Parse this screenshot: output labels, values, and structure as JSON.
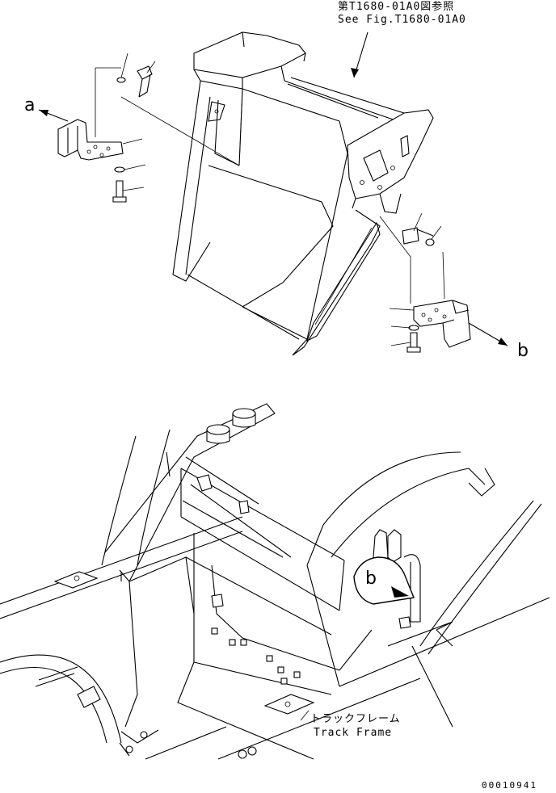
{
  "ref_note": {
    "jp": "第T1680-01A0図参照",
    "en": "See Fig.T1680-01A0"
  },
  "marker_a": "a",
  "marker_b_top": "b",
  "marker_b_bottom": "b",
  "track_frame": {
    "jp": "トラックフレーム",
    "en": "Track Frame"
  },
  "drawing_number": "00010941"
}
